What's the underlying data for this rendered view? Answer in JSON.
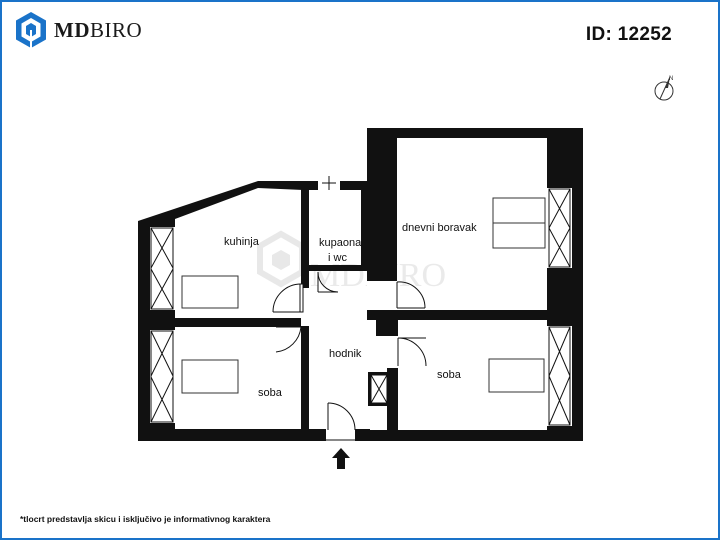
{
  "header": {
    "brand_bold": "MD",
    "brand_rest": "BIRO",
    "listing_id": "ID: 12252"
  },
  "watermark": {
    "text": "MDBIRO"
  },
  "plan": {
    "rooms": {
      "kitchen": "kuhinja",
      "bathroom_line1": "kupaona",
      "bathroom_line2": "i wc",
      "living_room": "dnevni boravak",
      "hallway": "hodnik",
      "bedroom_left": "soba",
      "bedroom_right": "soba"
    },
    "entrance_icon": "arrow-up-icon",
    "compass_icon": "north-arrow-icon"
  },
  "footer": {
    "disclaimer": "*tlocrt predstavlja skicu i isključivo je informativnog karaktera"
  },
  "colors": {
    "frame": "#1a73c9",
    "logo": "#1a73c9",
    "wall": "#111111",
    "watermark": "#e9e9e9"
  }
}
